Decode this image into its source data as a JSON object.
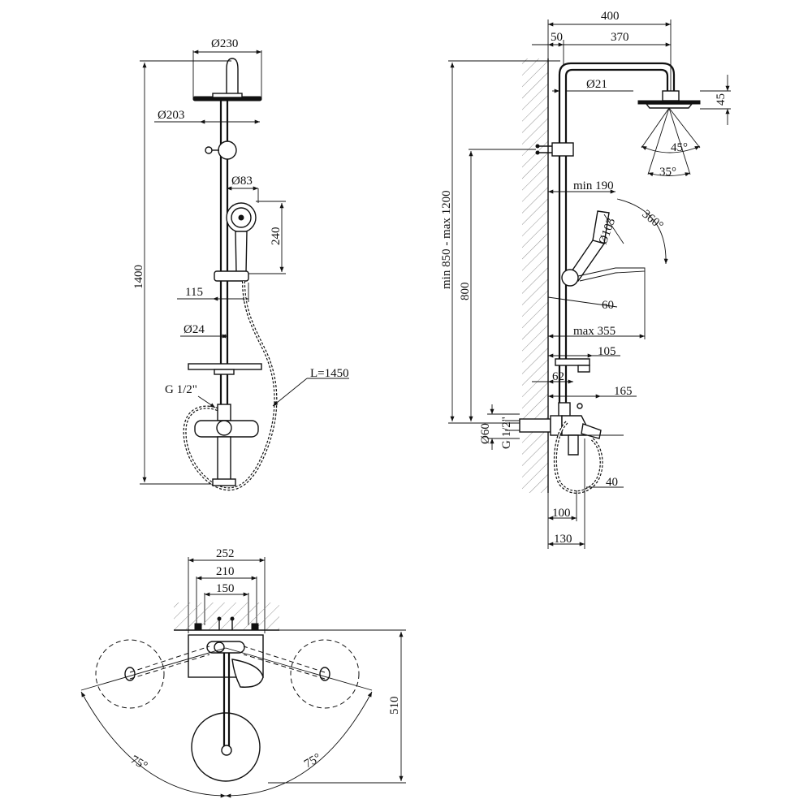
{
  "front_view": {
    "labels": {
      "head_diameter_outer": "Ø230",
      "head_diameter_inner": "Ø203",
      "handshower_diameter": "Ø83",
      "handshower_length": "240",
      "total_height": "1400",
      "holder_offset": "115",
      "pipe_diameter": "Ø24",
      "thread": "G 1/2\"",
      "hose_length": "L=1450"
    }
  },
  "side_view": {
    "labels": {
      "total_reach": "400",
      "wall_offset": "50",
      "arm_reach": "370",
      "arm_diameter": "Ø21",
      "head_thickness": "45",
      "spray_angle_outer": "45°",
      "spray_angle_inner": "35°",
      "holder_min": "min 190",
      "handshower_diameter": "Ø103",
      "rotation": "360°",
      "height_range": "min 850 - max 1200",
      "height_800": "800",
      "tilt_angle": "60",
      "holder_max": "max 355",
      "shelf_depth": "105",
      "valve_offset": "62",
      "spout_reach": "165",
      "flange_diameter": "Ø60",
      "thread": "G 1/2\"",
      "spout_height": "40",
      "mixer_depth_1": "100",
      "mixer_depth_2": "130"
    }
  },
  "top_view": {
    "labels": {
      "width_outer": "252",
      "width_mid": "210",
      "width_inner": "150",
      "depth": "510",
      "angle_left": "75°",
      "angle_right": "75°"
    }
  }
}
